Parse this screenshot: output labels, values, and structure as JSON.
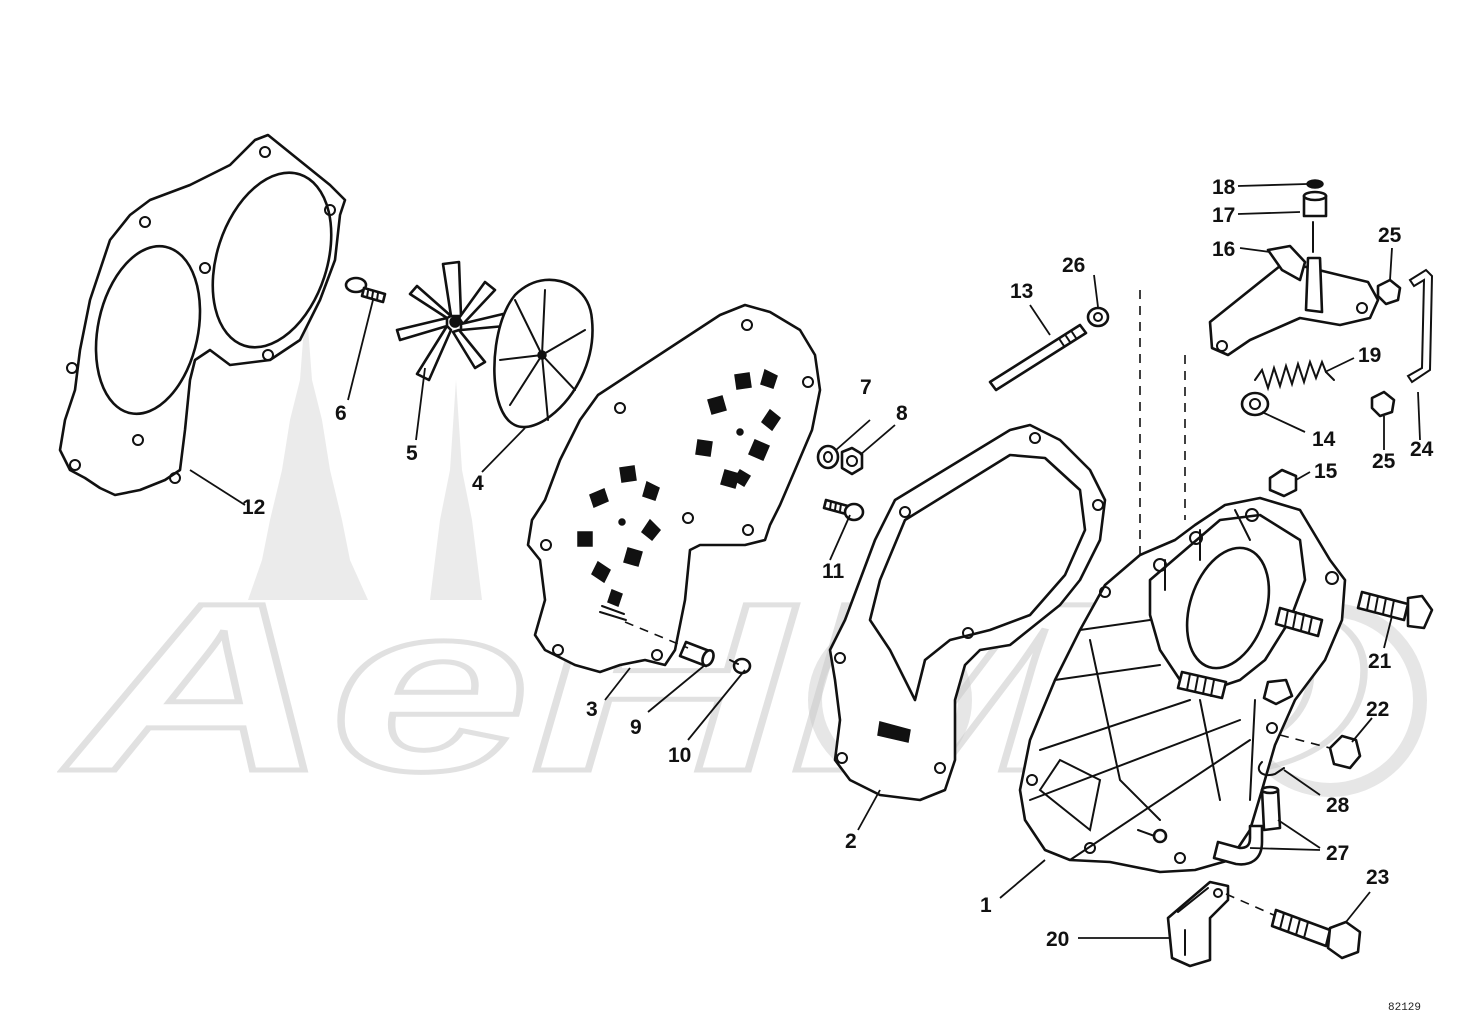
{
  "watermark": {
    "text": "AeHMO"
  },
  "drawing_number": "82129",
  "callouts": [
    {
      "id": "c1",
      "label": "1"
    },
    {
      "id": "c2",
      "label": "2"
    },
    {
      "id": "c3",
      "label": "3"
    },
    {
      "id": "c4",
      "label": "4"
    },
    {
      "id": "c5",
      "label": "5"
    },
    {
      "id": "c6",
      "label": "6"
    },
    {
      "id": "c7",
      "label": "7"
    },
    {
      "id": "c8",
      "label": "8"
    },
    {
      "id": "c9",
      "label": "9"
    },
    {
      "id": "c10",
      "label": "10"
    },
    {
      "id": "c11",
      "label": "11"
    },
    {
      "id": "c12",
      "label": "12"
    },
    {
      "id": "c13",
      "label": "13"
    },
    {
      "id": "c14",
      "label": "14"
    },
    {
      "id": "c15",
      "label": "15"
    },
    {
      "id": "c16",
      "label": "16"
    },
    {
      "id": "c17",
      "label": "17"
    },
    {
      "id": "c18",
      "label": "18"
    },
    {
      "id": "c19",
      "label": "19"
    },
    {
      "id": "c20",
      "label": "20"
    },
    {
      "id": "c21",
      "label": "21"
    },
    {
      "id": "c22",
      "label": "22"
    },
    {
      "id": "c23",
      "label": "23"
    },
    {
      "id": "c24",
      "label": "24"
    },
    {
      "id": "c25a",
      "label": "25"
    },
    {
      "id": "c25b",
      "label": "25"
    },
    {
      "id": "c26",
      "label": "26"
    },
    {
      "id": "c27",
      "label": "27"
    },
    {
      "id": "c28",
      "label": "28"
    }
  ]
}
